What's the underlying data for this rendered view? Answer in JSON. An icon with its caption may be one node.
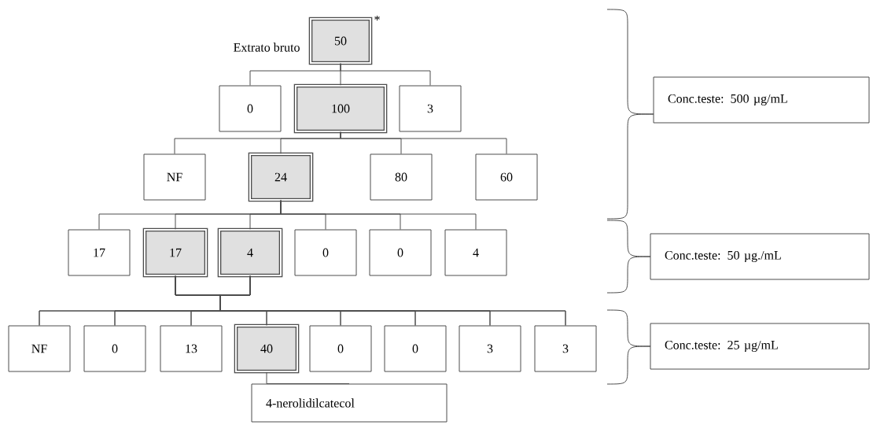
{
  "diagram": {
    "nodes": [
      {
        "text": [
          "50"
        ],
        "beside": [
          "Extrato bruto",
          "*"
        ]
      },
      {
        "text": [
          "0"
        ]
      },
      {
        "text": [
          "100"
        ]
      },
      {
        "text": [
          "3"
        ]
      },
      {
        "text": [
          "NF"
        ]
      },
      {
        "text": [
          "24"
        ]
      },
      {
        "text": [
          "80"
        ]
      },
      {
        "text": [
          "60"
        ]
      },
      {
        "text": [
          "17"
        ]
      },
      {
        "text": [
          "17"
        ]
      },
      {
        "text": [
          "4"
        ]
      },
      {
        "text": [
          "0"
        ]
      },
      {
        "text": [
          "0"
        ]
      },
      {
        "text": [
          "4"
        ]
      },
      {
        "text": [
          "NF"
        ]
      },
      {
        "text": [
          "0"
        ]
      },
      {
        "text": [
          "13"
        ]
      },
      {
        "text": [
          "40"
        ]
      },
      {
        "text": [
          "0"
        ]
      },
      {
        "text": [
          "0"
        ]
      },
      {
        "text": [
          "3"
        ]
      },
      {
        "text": [
          "3"
        ]
      },
      {
        "text": [
          "4-nerolidilcatecol"
        ]
      },
      {
        "text": [
          "Conc.teste: 500 µg/mL"
        ]
      },
      {
        "text": [
          "Conc.teste: 50 µg./mL"
        ]
      },
      {
        "text": [
          "Conc.teste: 25 µg/mL"
        ]
      }
    ],
    "edges": [
      {
        "from": 0,
        "to": 1,
        "arrow": "none"
      },
      {
        "from": 0,
        "to": 2,
        "arrow": "none"
      },
      {
        "from": 0,
        "to": 3,
        "arrow": "none"
      },
      {
        "from": 2,
        "to": 4,
        "arrow": "none"
      },
      {
        "from": 2,
        "to": 5,
        "arrow": "none"
      },
      {
        "from": 2,
        "to": 6,
        "arrow": "none"
      },
      {
        "from": 2,
        "to": 7,
        "arrow": "none"
      },
      {
        "from": 5,
        "to": 8,
        "arrow": "none"
      },
      {
        "from": 5,
        "to": 9,
        "arrow": "none"
      },
      {
        "from": 5,
        "to": 10,
        "arrow": "none"
      },
      {
        "from": 5,
        "to": 11,
        "arrow": "none"
      },
      {
        "from": 5,
        "to": 12,
        "arrow": "none"
      },
      {
        "from": 5,
        "to": 13,
        "arrow": "none"
      },
      {
        "from": 9,
        "to": 14,
        "arrow": "none"
      },
      {
        "from": 9,
        "to": 15,
        "arrow": "none"
      },
      {
        "from": 9,
        "to": 16,
        "arrow": "none"
      },
      {
        "from": 9,
        "to": 17,
        "arrow": "none"
      },
      {
        "from": 9,
        "to": 18,
        "arrow": "none"
      },
      {
        "from": 9,
        "to": 19,
        "arrow": "none"
      },
      {
        "from": 9,
        "to": 20,
        "arrow": "none"
      },
      {
        "from": 9,
        "to": 21,
        "arrow": "none"
      },
      {
        "from": 10,
        "to": 14,
        "arrow": "none"
      },
      {
        "from": 10,
        "to": 15,
        "arrow": "none"
      },
      {
        "from": 10,
        "to": 16,
        "arrow": "none"
      },
      {
        "from": 10,
        "to": 17,
        "arrow": "none"
      },
      {
        "from": 10,
        "to": 18,
        "arrow": "none"
      },
      {
        "from": 10,
        "to": 19,
        "arrow": "none"
      },
      {
        "from": 10,
        "to": 20,
        "arrow": "none"
      },
      {
        "from": 10,
        "to": 21,
        "arrow": "none"
      },
      {
        "from": 17,
        "to": 22,
        "arrow": "none"
      }
    ]
  }
}
